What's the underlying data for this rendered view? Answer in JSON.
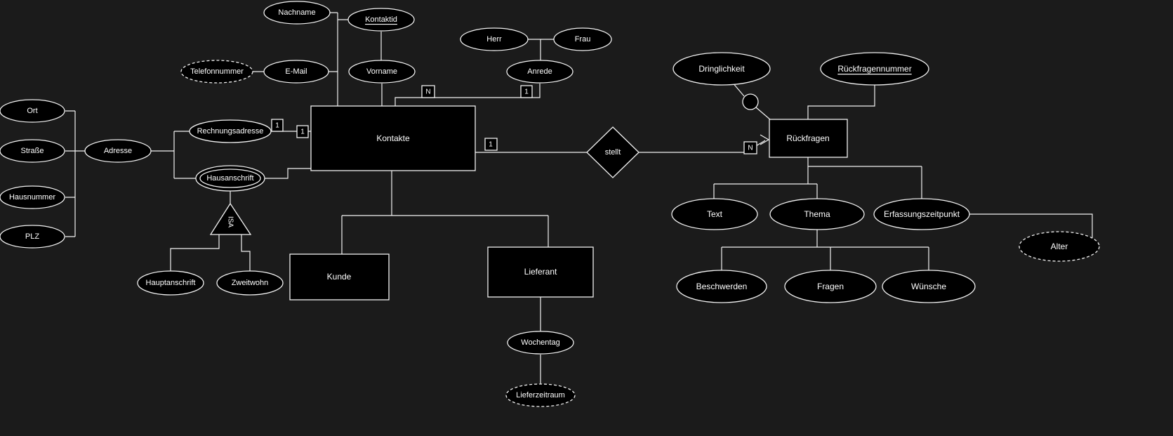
{
  "diagram": {
    "type": "entity-relationship-diagram",
    "colors": {
      "background": "#1b1b1b",
      "shape_fill": "#000000",
      "stroke": "#f2f2f2",
      "text": "#ffffff"
    },
    "entities": {
      "kontakte": "Kontakte",
      "rueckfragen": "Rückfragen",
      "kunde": "Kunde",
      "lieferant": "Lieferant"
    },
    "relationships": {
      "stellt": "stellt"
    },
    "isa_label": "ISA",
    "attributes": {
      "nachname": "Nachname",
      "kontaktid": "Kontaktid",
      "herr": "Herr",
      "frau": "Frau",
      "telefonnummer": "Telefonnummer",
      "email": "E-Mail",
      "vorname": "Vorname",
      "anrede": "Anrede",
      "dringlichkeit": "Dringlichkeit",
      "rueckfragennummer": "Rückfragennummer",
      "ort": "Ort",
      "strasse": "Straße",
      "hausnummer": "Hausnummer",
      "plz": "PLZ",
      "adresse": "Adresse",
      "rechnungsadresse": "Rechnungsadresse",
      "hausanschrift": "Hausanschrift",
      "hauptanschrift": "Hauptanschrift",
      "zweitwohn": "Zweitwohn",
      "text": "Text",
      "thema": "Thema",
      "erfassungszeitpunkt": "Erfassungszeitpunkt",
      "alter": "Alter",
      "beschwerden": "Beschwerden",
      "fragen": "Fragen",
      "wuensche": "Wünsche",
      "wochentag": "Wochentag",
      "lieferzeitraum": "Lieferzeitraum"
    },
    "cardinalities": {
      "rechnungsadresse_side": "1",
      "kontakte_left": "1",
      "anrede_kontakte_n": "N",
      "anrede_kontakte_1": "1",
      "kontakte_stellt": "1",
      "stellt_rueckfragen": "N"
    },
    "edges": [
      [
        "nachname",
        "kontakte"
      ],
      [
        "kontaktid",
        "kontakte"
      ],
      [
        "email",
        "kontakte"
      ],
      [
        "telefonnummer",
        "kontakte"
      ],
      [
        "vorname",
        "kontakte"
      ],
      [
        "anrede",
        "kontakte"
      ],
      [
        "herr",
        "anrede"
      ],
      [
        "frau",
        "anrede"
      ],
      [
        "ort",
        "adresse"
      ],
      [
        "strasse",
        "adresse"
      ],
      [
        "hausnummer",
        "adresse"
      ],
      [
        "plz",
        "adresse"
      ],
      [
        "adresse",
        "rechnungsadresse"
      ],
      [
        "adresse",
        "hausanschrift"
      ],
      [
        "rechnungsadresse",
        "kontakte"
      ],
      [
        "hausanschrift",
        "kontakte"
      ],
      [
        "hausanschrift",
        "isa"
      ],
      [
        "isa",
        "hauptanschrift"
      ],
      [
        "isa",
        "zweitwohn"
      ],
      [
        "kontakte",
        "kunde"
      ],
      [
        "kontakte",
        "lieferant"
      ],
      [
        "kontakte",
        "stellt"
      ],
      [
        "stellt",
        "rueckfragen"
      ],
      [
        "dringlichkeit",
        "rueckfragen"
      ],
      [
        "rueckfragennummer",
        "rueckfragen"
      ],
      [
        "rueckfragen",
        "text"
      ],
      [
        "rueckfragen",
        "thema"
      ],
      [
        "rueckfragen",
        "erfassungszeitpunkt"
      ],
      [
        "thema",
        "beschwerden"
      ],
      [
        "thema",
        "fragen"
      ],
      [
        "thema",
        "wuensche"
      ],
      [
        "erfassungszeitpunkt",
        "alter"
      ],
      [
        "lieferant",
        "wochentag"
      ],
      [
        "wochentag",
        "lieferzeitraum"
      ]
    ]
  }
}
